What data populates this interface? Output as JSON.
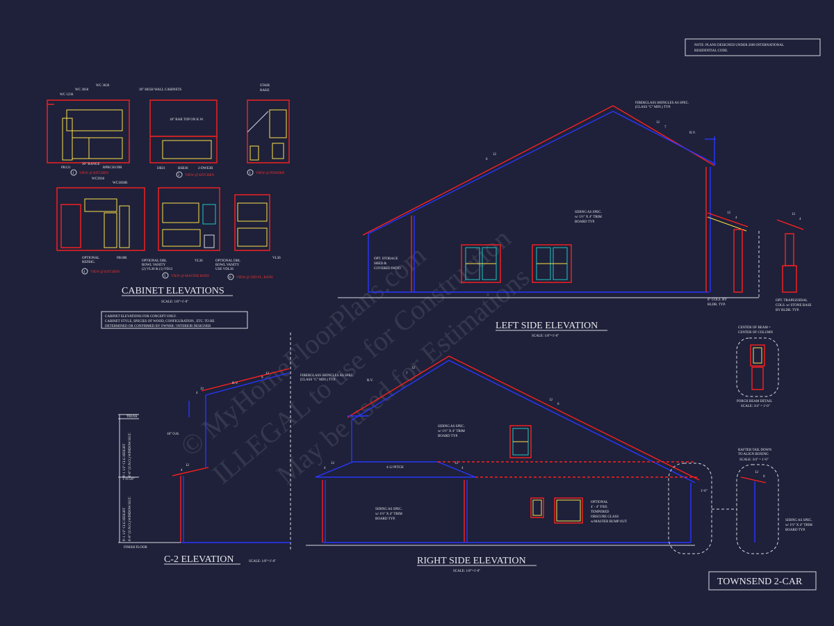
{
  "note_box": {
    "line1": "NOTE: PLANS DESIGNED UNDER 2009 INTERNATIONAL",
    "line2": "RESIDENTIAL CODE."
  },
  "cabinet": {
    "title": "CABINET ELEVATIONS",
    "scale": "SCALE: 1/8\"=1'-0\"",
    "note_line1": "CABINET ELEVATIONS FOR CONCEPT ONLY.",
    "note_line2": "CABINET STYLE, SPECIES OF WOOD, CONFIGURATION , ETC. TO BE",
    "note_line3": "DETERMINED OR CONFIRMED BY OWNER / INTERIOR DESIGNER",
    "labels": {
      "wc3636": "WC 3636",
      "wc3018": "WC 3018",
      "wc1236": "WC 1236",
      "high_wall": "36\" HIGH WALL CABINETS",
      "stair": "STAIR",
      "rake": "RAKE",
      "bar_top": "18\" BAR TOP ON K.W.",
      "range": "30\" RANGE",
      "pb121": "PB121",
      "rpbc": "RPBC36/39R",
      "db21": "DB21",
      "bsb36": "BSB36",
      "dwe": "2-DWE3R",
      "v1": "VIEW @ KITCHEN",
      "v2": "VIEW @ KITCHEN",
      "v3": "VIEW @ POWDER",
      "wc3918": "WC3918",
      "wc1836": "WC1836R",
      "opt_refrig1": "OPTIONAL",
      "opt_refrig2": "REFRIG.",
      "pb18": "PB18R",
      "v4": "VIEW @ KITCHEN",
      "dbl1": "OPTIONAL DBL",
      "dbl2": "BOWL VANITY",
      "dbl3": "(2) VL30 & (1) VD12",
      "vl36": "VL36",
      "v5": "VIEW @ MASTER BATH",
      "dbl4": "OPTIONAL DBL",
      "dbl5": "BOWL VANITY",
      "dbl6": "USE VDL36",
      "vl30": "VL30",
      "v6": "VIEW @ 2ND FL. BATH",
      "n1": "1",
      "n2": "2",
      "n3": "3",
      "n4": "4",
      "n5": "5",
      "n6": "6"
    }
  },
  "left": {
    "title": "LEFT SIDE ELEVATION",
    "scale": "SCALE: 1/8\"=1'-0\"",
    "shingles1": "FIBERGLASS SHINGLES AS SPEC.",
    "shingles2": "(CLASS \"C\" MIN.) TYP.",
    "rv": "R.V.",
    "p12a": "12",
    "p7": "7",
    "p12b": "12",
    "p6": "6",
    "siding1": "SIDING AS SPEC.",
    "siding2": "w/ 1½\" X 4\" TRIM",
    "siding3": "BOARD TYP.",
    "shed1": "OPT. STORAGE",
    "shed2": "SHED &",
    "shed3": "COVERED PATIO",
    "cols1": "8\" COLS. BY",
    "cols2": "BLDR. TYP.",
    "p12c": "12",
    "p4": "4",
    "p12d": "12",
    "p4b": "4",
    "trap1": "OPT. TRAPEZOIDAL",
    "trap2": "COLS. w/ STONE BASE",
    "trap3": "BY BLDR. TYP."
  },
  "beam": {
    "l1": "CENTER OF BEAM =",
    "l2": "CENTER OF COLUMN",
    "title": "PORCH BEAM DETAIL",
    "scale": "SCALE: 3/4\" = 1'-0\""
  },
  "c2": {
    "title": "C-2 ELEVATION",
    "scale": "SCALE: 1/8\"=1'-0\"",
    "rv": "R.V.",
    "truss": "TRUSS",
    "oh": "18\" O.H.",
    "finish": "FINISH FLOOR",
    "d1": "8'-1 1/2\" CLG HEIGHT",
    "d2": "6'-8\" (U.N.O.) WINDOW HGT.",
    "d3": "1'-0-5/8\"",
    "d4": "8'-1 1/2\" CLG HEIGHT",
    "d5": "6'-8\" (U.N.O.) WINDOW HGT.",
    "p12a": "12",
    "p4": "4",
    "p12b": "12",
    "p4b": "4",
    "p12c": "12",
    "p9": "9"
  },
  "right": {
    "title": "RIGHT SIDE ELEVATION",
    "scale": "SCALE: 1/8\"=1'-0\"",
    "shingles1": "FIBERGLASS SHINGLES AS SPEC.",
    "shingles2": "(CLASS \"C\" MIN.) TYP.",
    "rv": "R.V.",
    "p12a": "12",
    "p7": "7",
    "p12b": "12",
    "p6": "6",
    "siding1": "SIDING AS SPEC.",
    "siding2": "w/ 1½\" X 4\" TRIM",
    "siding3": "BOARD TYP.",
    "pitch": "4:12 PITCH",
    "p12c": "12",
    "p4": "4",
    "p12d": "12",
    "p4b": "4",
    "siding4": "SIDING AS SPEC.",
    "siding5": "w/ 1½\" X 4\" TRIM",
    "siding6": "BOARD TYP.",
    "opt1": "OPTIONAL",
    "opt2": "4' - 4\" FXD.",
    "opt3": "TEMPERED",
    "opt4": "OBSCURE GLASS",
    "opt5": "w/MASTER BUMP OUT",
    "dim": "1'-0\""
  },
  "rafter": {
    "l1": "RAFTER TAIL DOWN",
    "l2": "TO ALIGN BOXING",
    "scale": "SCALE: 3/4\" = 1'-0\"",
    "p12": "12",
    "p6": "6",
    "siding1": "SIDING AS SPEC.",
    "siding2": "w/ 1½\" X 4\" TRIM",
    "siding3": "BOARD TYP."
  },
  "title_block": "TOWNSEND 2-CAR",
  "watermark": {
    "w1": "© MyHomeFloorPlans.com",
    "w2": "ILLEGAL to use for Construction",
    "w3": "May be used for Estimations"
  },
  "colors": {
    "background": "#1e2139",
    "red": "#ff2020",
    "blue": "#2a36ff",
    "yellow": "#ffe14a",
    "cyan": "#22c7c7",
    "line": "#d9d9e3"
  }
}
